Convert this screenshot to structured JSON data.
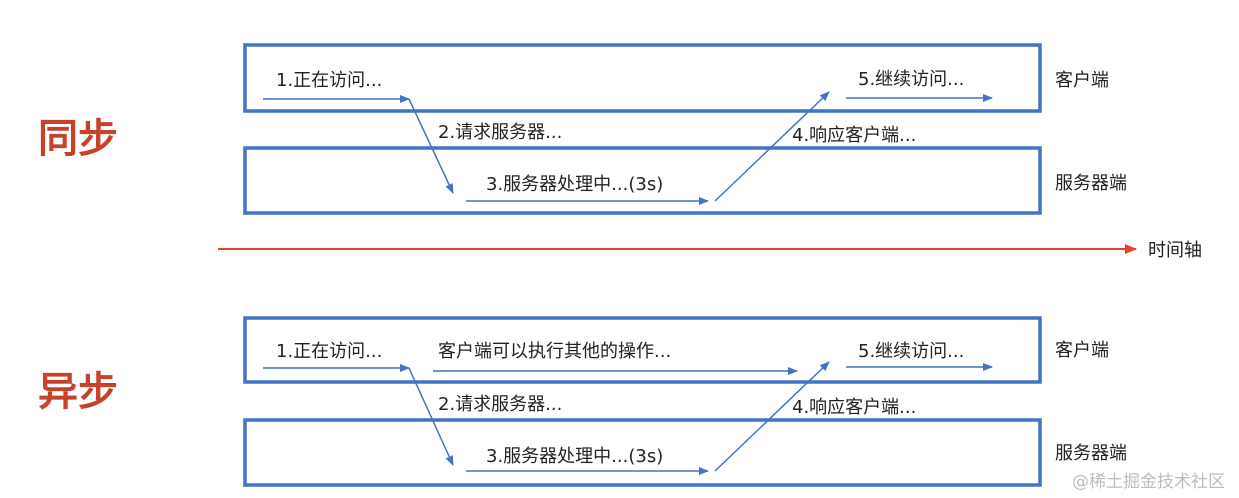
{
  "colors": {
    "lane_border": "#4472c4",
    "arrow": "#4472c4",
    "title": "#c5432b",
    "timeline": "#e8432a",
    "watermark": "#bdbdbd"
  },
  "labels": {
    "client": "客户端",
    "server": "服务器端",
    "timeline": "时间轴"
  },
  "sync": {
    "title": "同步",
    "steps": {
      "s1": "1.正在访问...",
      "s2": "2.请求服务器...",
      "s3": "3.服务器处理中...(3s)",
      "s4": "4.响应客户端...",
      "s5": "5.继续访问..."
    }
  },
  "async": {
    "title": "异步",
    "client_other": "客户端可以执行其他的操作...",
    "steps": {
      "s1": "1.正在访问...",
      "s2": "2.请求服务器...",
      "s3": "3.服务器处理中...(3s)",
      "s4": "4.响应客户端...",
      "s5": "5.继续访问..."
    }
  },
  "watermark": "@稀土掘金技术社区"
}
